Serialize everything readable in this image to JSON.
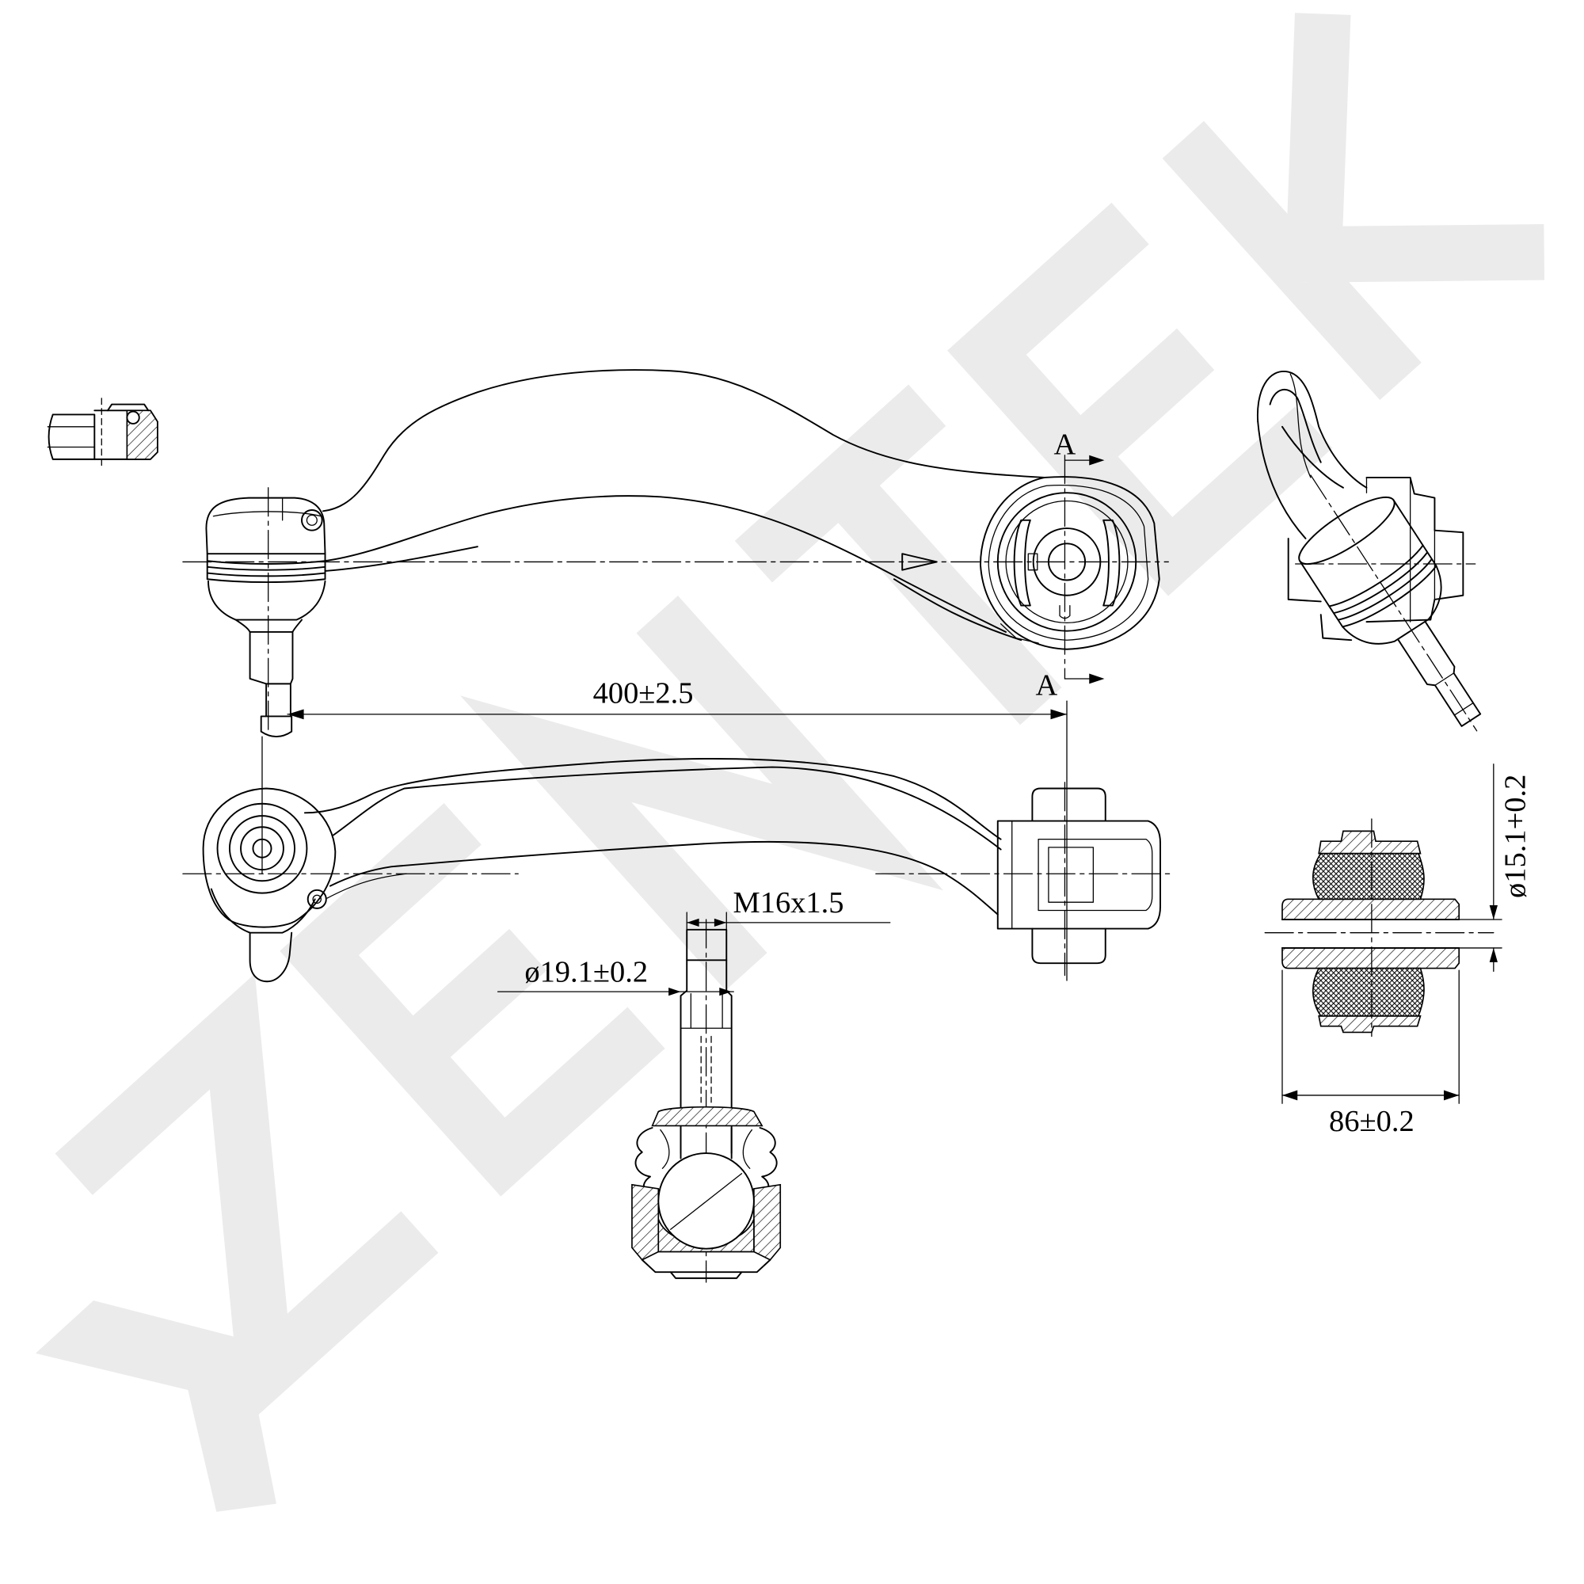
{
  "section_marks": {
    "top": "A",
    "bottom": "A"
  },
  "dimensions": {
    "arm_length": "400±2.5",
    "thread": "M16x1.5",
    "stud_diameter": "ø19.1±0.2",
    "bushing_bore": "ø15.1+0.2",
    "bushing_width": "86±0.2"
  },
  "colors": {
    "line": "#000000",
    "background": "#ffffff",
    "watermark": "#ebebeb"
  }
}
